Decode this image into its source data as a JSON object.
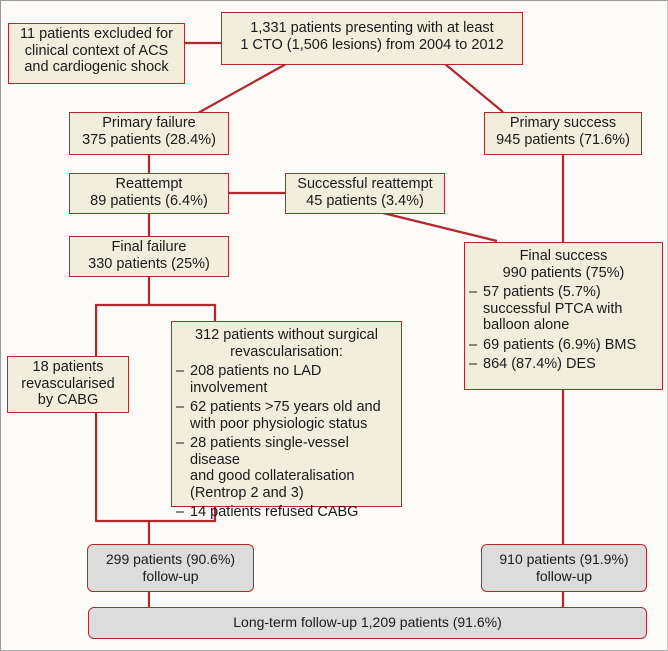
{
  "diagram": {
    "type": "flowchart",
    "colors": {
      "border": "#b3282d",
      "box_fill": "#f2eedc",
      "followup_fill": "#dcdcdc",
      "background": "#fcfbf8"
    },
    "nodes": {
      "excluded": {
        "lines": [
          "11 patients excluded for",
          "clinical context of ACS",
          "and cardiogenic shock"
        ]
      },
      "start": {
        "lines": [
          "1,331 patients presenting with at least",
          "1 CTO (1,506 lesions) from 2004 to 2012"
        ]
      },
      "primary_failure": {
        "lines": [
          "Primary failure",
          "375 patients (28.4%)"
        ]
      },
      "primary_success": {
        "lines": [
          "Primary success",
          "945 patients (71.6%)"
        ]
      },
      "reattempt": {
        "lines": [
          "Reattempt",
          "89 patients (6.4%)"
        ]
      },
      "successful_reattempt": {
        "lines": [
          "Successful reattempt",
          "45 patients (3.4%)"
        ]
      },
      "final_failure": {
        "lines": [
          "Final failure",
          "330 patients (25%)"
        ]
      },
      "final_success": {
        "lines": [
          "Final success",
          "990 patients (75%)"
        ],
        "items": [
          "57 patients (5.7%)\nsuccessful PTCA with\nballoon alone",
          "69 patients (6.9%) BMS",
          "864 (87.4%) DES"
        ]
      },
      "cabg": {
        "lines": [
          "18 patients",
          "revascularised",
          "by CABG"
        ]
      },
      "no_surgery": {
        "lines": [
          "312 patients without surgical",
          "revascularisation:"
        ],
        "items": [
          "208 patients no LAD involvement",
          "62 patients >75 years old and\nwith poor physiologic status",
          "28 patients single-vessel disease\nand good collateralisation\n(Rentrop 2  and 3)",
          "14 patients refused CABG"
        ]
      },
      "followup_left": {
        "lines": [
          "299 patients (90.6%)",
          "follow-up"
        ]
      },
      "followup_right": {
        "lines": [
          "910 patients (91.9%)",
          "follow-up"
        ]
      },
      "longterm": {
        "lines": [
          "Long-term follow-up 1,209 patients (91.6%)"
        ]
      }
    },
    "bullet": "–"
  }
}
